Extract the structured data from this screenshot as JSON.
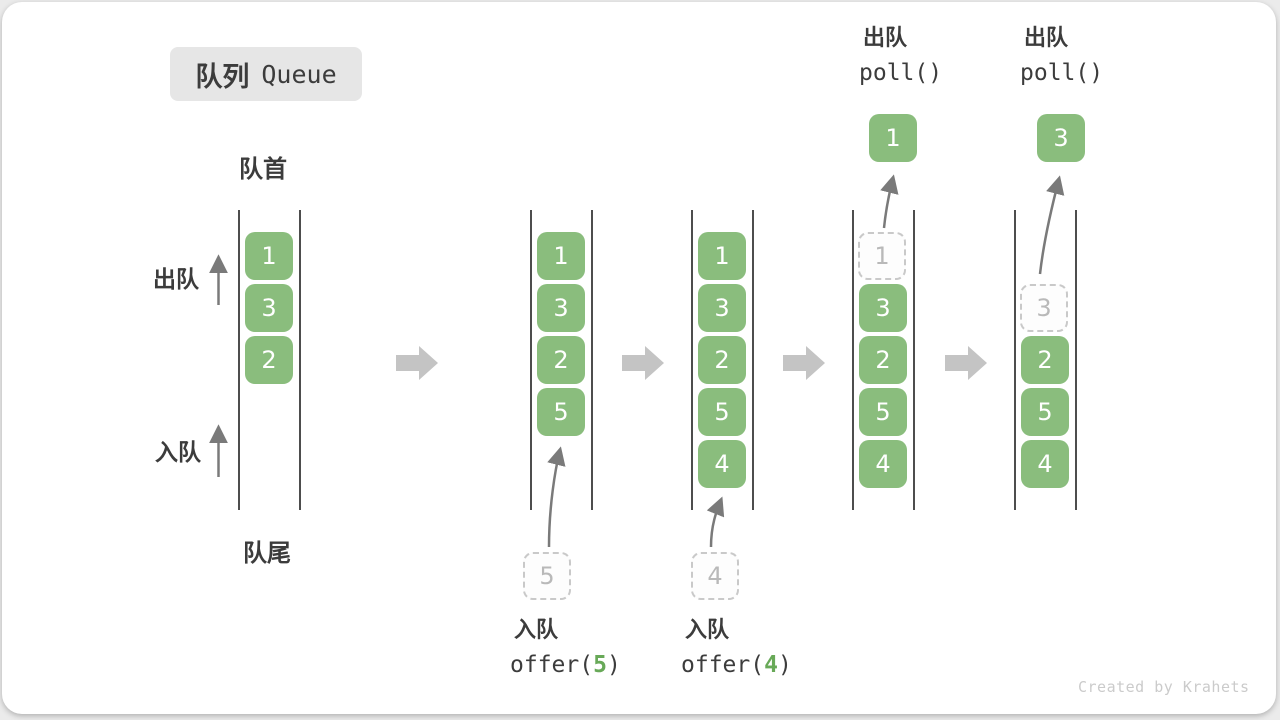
{
  "title": {
    "zh": "队列",
    "en": "Queue"
  },
  "side_labels": {
    "front": "队首",
    "rear": "队尾",
    "dequeue": "出队",
    "enqueue": "入队"
  },
  "states": [
    {
      "cells": [
        {
          "value": "1"
        },
        {
          "value": "3"
        },
        {
          "value": "2"
        }
      ]
    },
    {
      "cells": [
        {
          "value": "1"
        },
        {
          "value": "3"
        },
        {
          "value": "2"
        },
        {
          "value": "5"
        }
      ],
      "incoming": {
        "value": "5"
      }
    },
    {
      "cells": [
        {
          "value": "1"
        },
        {
          "value": "3"
        },
        {
          "value": "2"
        },
        {
          "value": "5"
        },
        {
          "value": "4"
        }
      ],
      "incoming": {
        "value": "4"
      }
    },
    {
      "removed": {
        "value": "1"
      },
      "cells": [
        {
          "value": "3"
        },
        {
          "value": "2"
        },
        {
          "value": "5"
        },
        {
          "value": "4"
        }
      ],
      "outgoing": {
        "value": "1"
      }
    },
    {
      "removed": {
        "value": "3"
      },
      "cells": [
        {
          "value": "2"
        },
        {
          "value": "5"
        },
        {
          "value": "4"
        }
      ],
      "outgoing": {
        "value": "3"
      }
    }
  ],
  "operations": {
    "enqueue_5": {
      "label": "入队",
      "code_fn": "offer(",
      "code_arg": "5",
      "code_close": ")"
    },
    "enqueue_4": {
      "label": "入队",
      "code_fn": "offer(",
      "code_arg": "4",
      "code_close": ")"
    },
    "dequeue_1": {
      "label": "出队",
      "code": "poll()"
    },
    "dequeue_3": {
      "label": "出队",
      "code": "poll()"
    }
  },
  "watermark": "Created by Krahets",
  "colors": {
    "cell_green": "#8abd7d",
    "code_arg_green": "#68a958",
    "block_arrow_gray": "#c4c4c4",
    "thin_arrow_gray": "#7a7a7a",
    "queue_wall": "#4d4d4d",
    "text_dark": "#3c3c3c",
    "dashed_border": "#c9c9c9",
    "dashed_text": "#b9b9b9",
    "title_bg": "#e6e6e6",
    "watermark_gray": "#cbcbcb"
  }
}
